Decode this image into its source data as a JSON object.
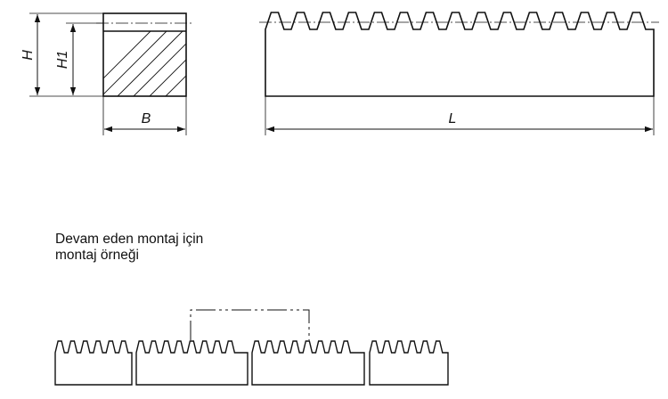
{
  "dimensions": {
    "height_label": "H",
    "h1_label": "H1",
    "width_label": "B",
    "length_label": "L"
  },
  "note": {
    "line1": "Devam eden montaj için",
    "line2": "montaj örneği"
  }
}
